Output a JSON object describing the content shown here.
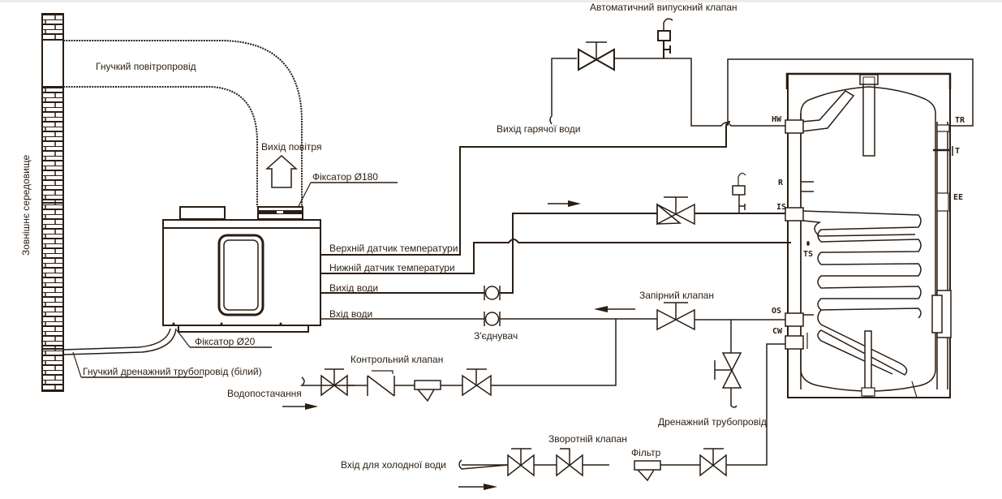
{
  "diagram": {
    "type": "heat pump water heater installation schematic",
    "line_color": "#2a1d12",
    "labels": {
      "outdoor_environment": "Зовнішнє середовище",
      "flexible_air_duct": "Гнучкий повітропровід",
      "air_outlet": "Вихід повітря",
      "clamp_180": "Фіксатор Ø180",
      "clamp_20": "Фіксатор Ø20",
      "flexible_drain_pipe": "Гнучкий дренажний трубопровід (білий)",
      "upper_temp_sensor": "Верхній датчик температури",
      "lower_temp_sensor": "Нижній датчик температури",
      "water_outlet": "Вихід води",
      "water_inlet": "Вхід води",
      "connector": "З'єднувач",
      "auto_relief_valve": "Автоматичний випускний клапан",
      "hot_water_outlet": "Вихід гарячої води",
      "shutoff_valve": "Запірний клапан",
      "check_valve_supply": "Контрольний клапан",
      "water_supply": "Водопостачання",
      "drain_pipe": "Дренажний трубопровід",
      "return_valve": "Зворотній клапан",
      "filter": "Фільтр",
      "cold_water_inlet": "Вхід для холодної води"
    },
    "tank_ports": {
      "hw": "HW",
      "tr": "TR",
      "t": "T",
      "r": "R",
      "ee": "EE",
      "is": "IS",
      "ts": "TS",
      "os": "OS",
      "cw": "CW"
    }
  }
}
